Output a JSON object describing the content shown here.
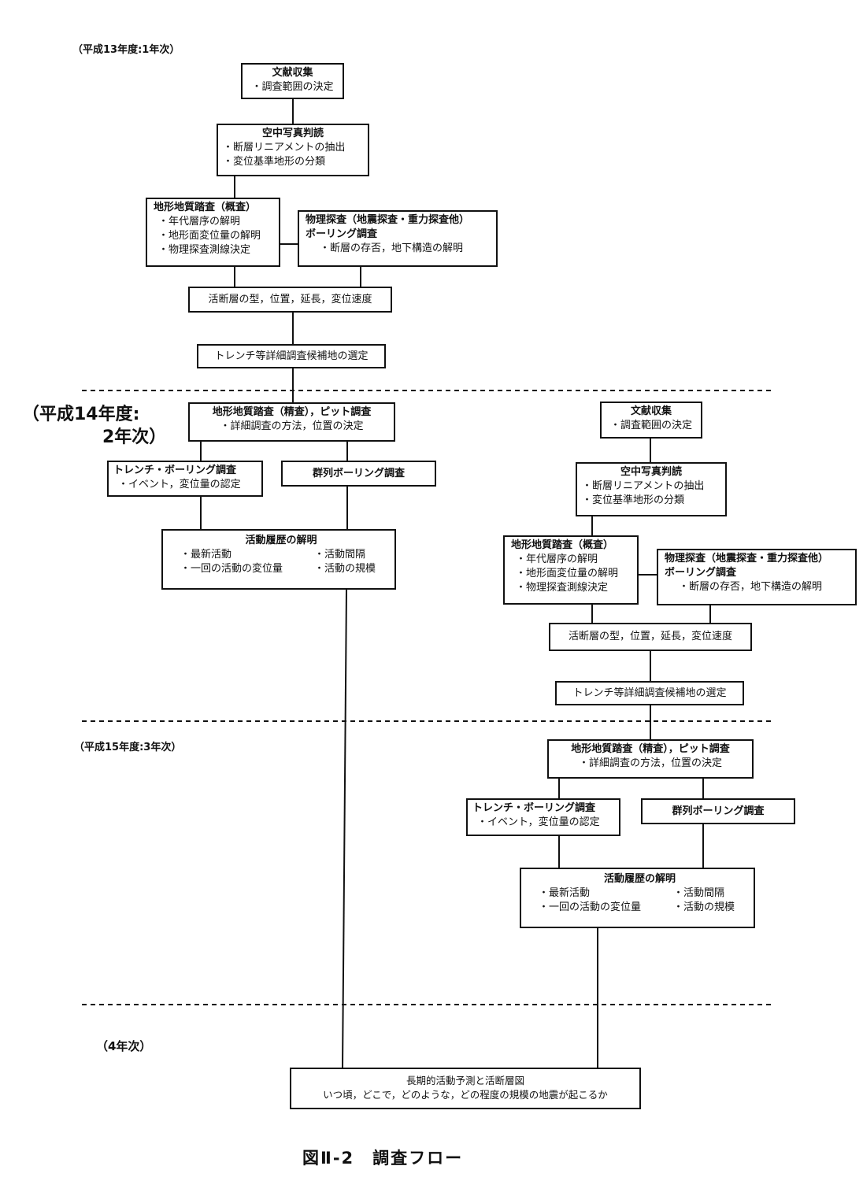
{
  "phases": {
    "year1": "（平成13年度:1年次）",
    "year2_line1": "（平成14年度:",
    "year2_line2": "2年次）",
    "year3": "（平成15年度:3年次）",
    "year4": "（4年次）"
  },
  "flow1": {
    "literature": {
      "title": "文献収集",
      "items": [
        "・調査範囲の決定"
      ]
    },
    "aerial": {
      "title": "空中写真判読",
      "items": [
        "・断層リニアメントの抽出",
        "・変位基準地形の分類"
      ]
    },
    "survey": {
      "title": "地形地質踏査（概査）",
      "items": [
        "・年代層序の解明",
        "・地形面変位量の解明",
        "・物理探査測線決定"
      ]
    },
    "geophysics": {
      "title1": "物理探査（地震探査・重力探査他）",
      "title2": "ボーリング調査",
      "items": [
        "・断層の存否，地下構造の解明"
      ]
    },
    "fault": {
      "text": "活断層の型，位置，延長，変位速度"
    },
    "trench_select": {
      "text": "トレンチ等詳細調査候補地の選定"
    },
    "detail": {
      "title": "地形地質踏査（精査），ピット調査",
      "items": [
        "・詳細調査の方法，位置の決定"
      ]
    },
    "trench": {
      "title": "トレンチ・ボーリング調査",
      "items": [
        "・イベント，変位量の認定"
      ]
    },
    "group_boring": {
      "title": "群列ボーリング調査"
    },
    "history": {
      "title": "活動履歴の解明",
      "col1": [
        "・最新活動",
        "・一回の活動の変位量"
      ],
      "col2": [
        "・活動間隔",
        "・活動の規模"
      ]
    }
  },
  "flow2": {
    "literature": {
      "title": "文献収集",
      "items": [
        "・調査範囲の決定"
      ]
    },
    "aerial": {
      "title": "空中写真判読",
      "items": [
        "・断層リニアメントの抽出",
        "・変位基準地形の分類"
      ]
    },
    "survey": {
      "title": "地形地質踏査（概査）",
      "items": [
        "・年代層序の解明",
        "・地形面変位量の解明",
        "・物理探査測線決定"
      ]
    },
    "geophysics": {
      "title1": "物理探査（地震探査・重力探査他）",
      "title2": "ボーリング調査",
      "items": [
        "・断層の存否，地下構造の解明"
      ]
    },
    "fault": {
      "text": "活断層の型，位置，延長，変位速度"
    },
    "trench_select": {
      "text": "トレンチ等詳細調査候補地の選定"
    },
    "detail": {
      "title": "地形地質踏査（精査），ピット調査",
      "items": [
        "・詳細調査の方法，位置の決定"
      ]
    },
    "trench": {
      "title": "トレンチ・ボーリング調査",
      "items": [
        "・イベント，変位量の認定"
      ]
    },
    "group_boring": {
      "title": "群列ボーリング調査"
    },
    "history": {
      "title": "活動履歴の解明",
      "col1": [
        "・最新活動",
        "・一回の活動の変位量"
      ],
      "col2": [
        "・活動間隔",
        "・活動の規模"
      ]
    }
  },
  "final": {
    "line1": "長期的活動予測と活断層図",
    "line2": "いつ頃，どこで，どのような，どの程度の規模の地震が起こるか"
  },
  "caption": "図Ⅱ-2　調査フロー"
}
